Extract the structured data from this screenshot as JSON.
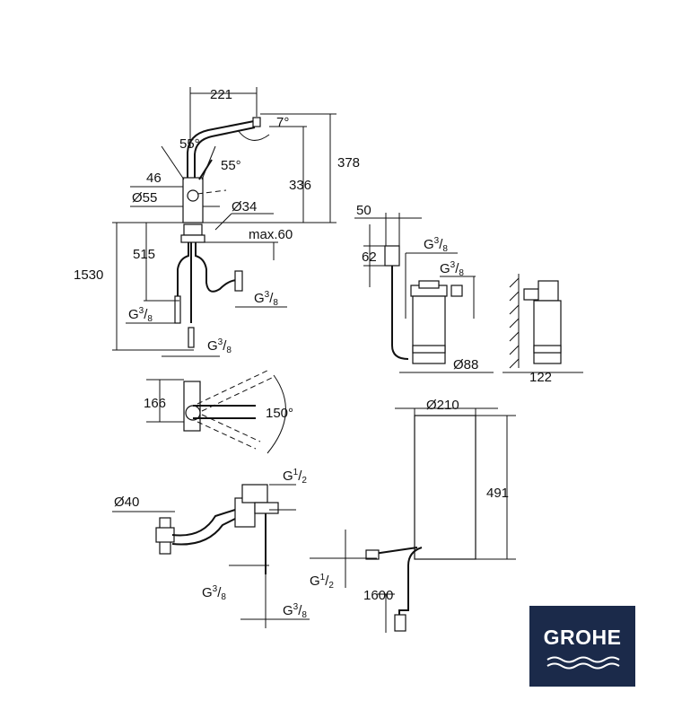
{
  "faucet": {
    "reach": "221",
    "spout_angle": "7°",
    "lever_angle_1": "55°",
    "lever_angle_2": "55°",
    "height_total": "378",
    "height_outlet": "336",
    "lever_offset": "46",
    "body_diameter": "Ø55",
    "hole_diameter": "Ø34",
    "max_thickness": "max.60",
    "hose_length_short": "515",
    "hose_length_long": "1530",
    "conn_left": {
      "g": "G",
      "num": "3",
      "den": "8"
    },
    "conn_right": {
      "g": "G",
      "num": "3",
      "den": "8"
    },
    "conn_bottom": {
      "g": "G",
      "num": "3",
      "den": "8"
    }
  },
  "swivel": {
    "height": "166",
    "angle": "150°"
  },
  "valve": {
    "diameter": "Ø40",
    "conn_top": {
      "g": "G",
      "num": "1",
      "den": "2"
    },
    "conn_mid": {
      "g": "G",
      "num": "3",
      "den": "8"
    },
    "conn_bottom": {
      "g": "G",
      "num": "3",
      "den": "8"
    }
  },
  "filter": {
    "head_width": "50",
    "head_height": "62",
    "conn_in": {
      "g": "G",
      "num": "3",
      "den": "8"
    },
    "conn_out": {
      "g": "G",
      "num": "3",
      "den": "8"
    },
    "diameter": "Ø88",
    "wall_depth": "122"
  },
  "boiler": {
    "diameter": "Ø210",
    "height": "491",
    "conn": {
      "g": "G",
      "num": "1",
      "den": "2"
    },
    "cable_length": "1600"
  },
  "brand": {
    "logo_text": "GROHE",
    "logo_bg": "#1b2a4a"
  }
}
